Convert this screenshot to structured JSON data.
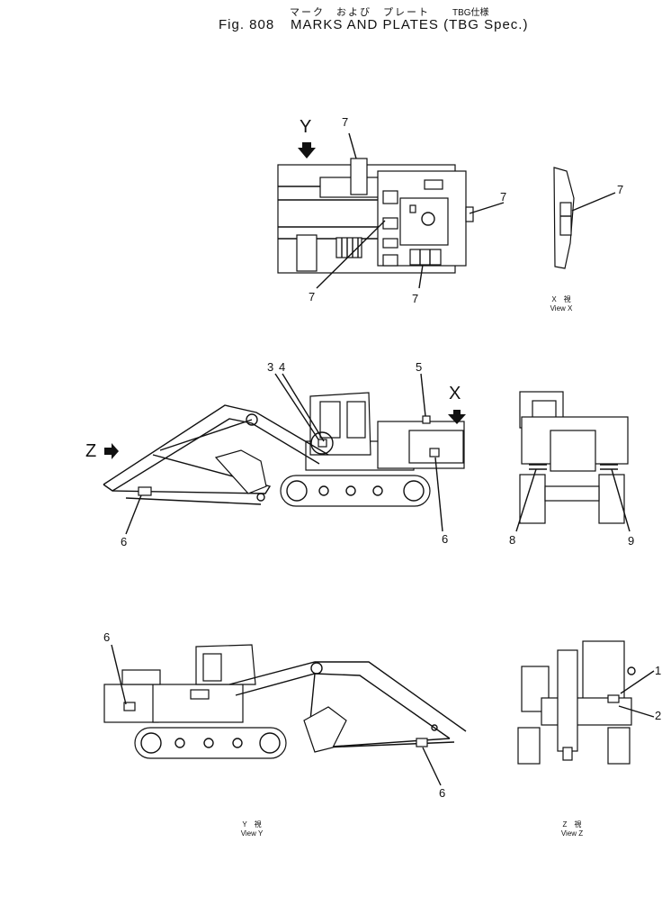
{
  "title": {
    "japanese": "マーク　および　プレート",
    "spec_jp": "TBG仕様",
    "figure": "Fig. 808",
    "english": "MARKS AND PLATES (TBG Spec.)"
  },
  "arrows": {
    "y": "Y",
    "x": "X",
    "z": "Z"
  },
  "callouts": {
    "top_view": [
      "7",
      "7",
      "7",
      "7"
    ],
    "view_x": "7",
    "side_upper": [
      "3",
      "4",
      "5",
      "6",
      "6"
    ],
    "rear_view": [
      "8",
      "9"
    ],
    "view_y": [
      "6",
      "6"
    ],
    "view_z": [
      "1",
      "2"
    ]
  },
  "captions": {
    "view_x": {
      "jp": "X　視",
      "en": "View X"
    },
    "view_y": {
      "jp": "Y　視",
      "en": "View Y"
    },
    "view_z": {
      "jp": "Z　視",
      "en": "View Z"
    }
  }
}
